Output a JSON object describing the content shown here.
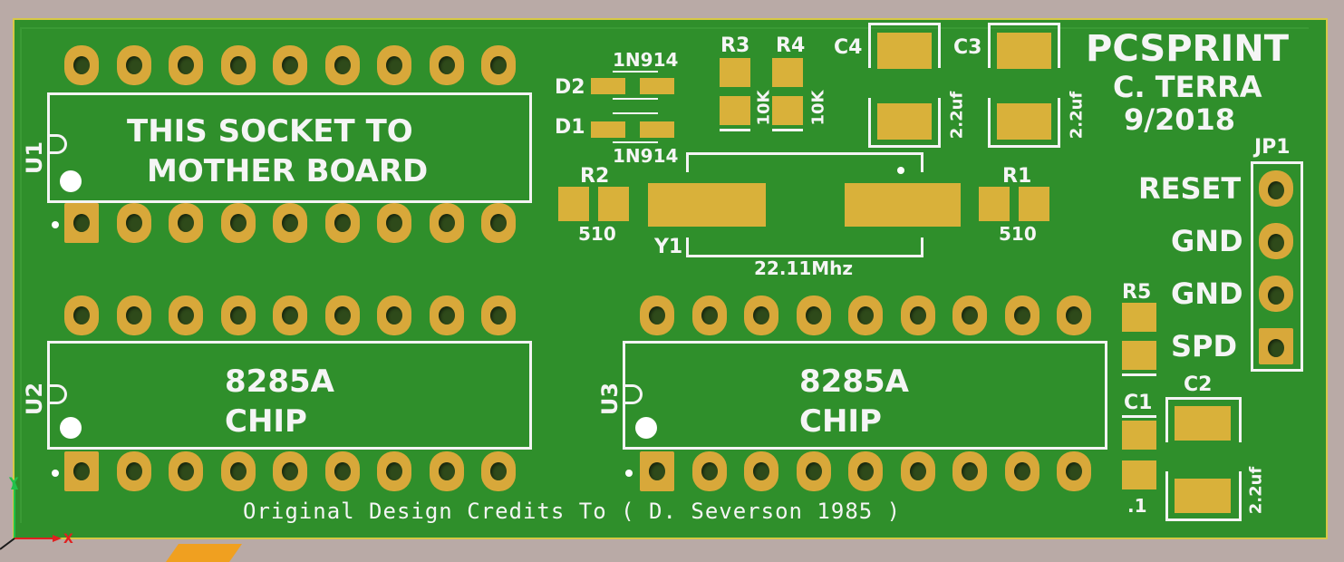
{
  "board": {
    "title": "PCSPRINT",
    "author": "C. TERRA",
    "date": "9/2018",
    "credits": "Original Design Credits To ( D. Severson 1985 )",
    "colors": {
      "board": "#2f8f2b",
      "pad": "#d9b13a",
      "silk": "#f5f5f5"
    }
  },
  "ics": [
    {
      "ref": "U1",
      "line1": "THIS SOCKET TO",
      "line2": "MOTHER BOARD"
    },
    {
      "ref": "U2",
      "line1": "8285A",
      "line2": "CHIP"
    },
    {
      "ref": "U3",
      "line1": "8285A",
      "line2": "CHIP"
    }
  ],
  "diodes": {
    "d2_ref": "D2",
    "d1_ref": "D1",
    "d2_value": "1N914",
    "d1_value": "1N914"
  },
  "resistors": {
    "r3_ref": "R3",
    "r4_ref": "R4",
    "r3_value": "10K",
    "r4_value": "10K",
    "r2_ref": "R2",
    "r2_value": "510",
    "r1_ref": "R1",
    "r1_value": "510",
    "r5_ref": "R5"
  },
  "capacitors": {
    "c4_ref": "C4",
    "c4_value": "2.2uf",
    "c3_ref": "C3",
    "c3_value": "2.2uf",
    "c1_ref": "C1",
    "c1_value": ".1",
    "c2_ref": "C2",
    "c2_value": "2.2uf"
  },
  "crystal": {
    "ref": "Y1",
    "value": "22.11Mhz"
  },
  "header": {
    "ref": "JP1",
    "pins": [
      "RESET",
      "GND",
      "GND",
      "SPD"
    ]
  },
  "view_axes": {
    "y_label": "Y",
    "x_label": "X",
    "colors": {
      "y": "#21c24a",
      "x": "#e02020"
    }
  }
}
